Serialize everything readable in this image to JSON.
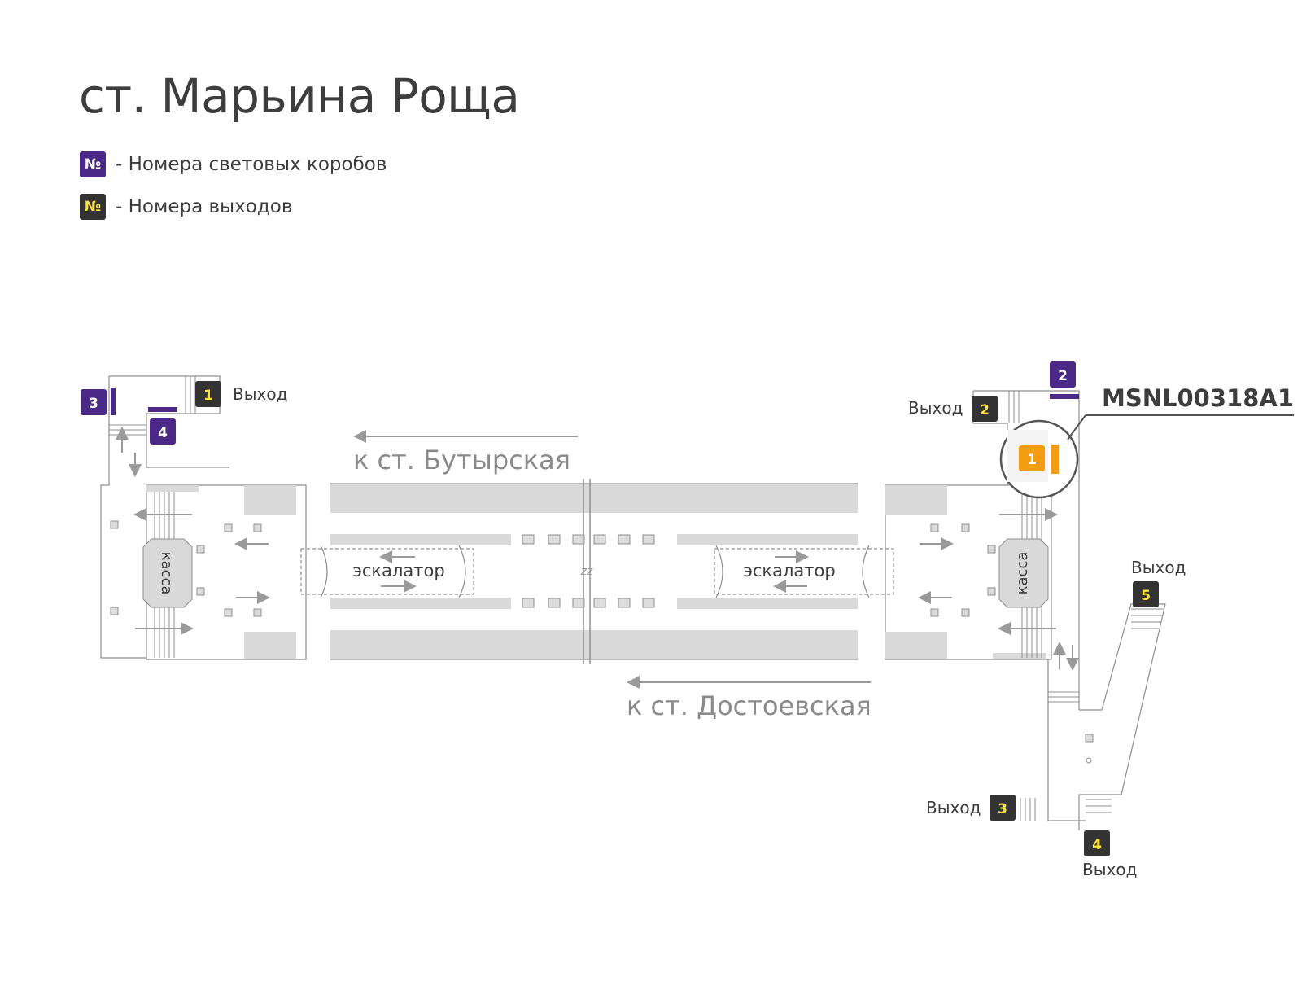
{
  "title": "ст. Марьина Роща",
  "legend": [
    {
      "badge": "№",
      "text": "- Номера световых коробов",
      "kind": "lightbox",
      "color": "#4a2a86"
    },
    {
      "badge": "№",
      "text": "- Номера выходов",
      "kind": "exit",
      "color": "#333333"
    }
  ],
  "colors": {
    "lightbox": "#4a2a86",
    "exit_bg": "#333333",
    "exit_fg": "#ffe43a",
    "highlight": "#f39c12",
    "structure": "#d9d9d9",
    "outline": "#8f8f8f"
  },
  "exit_label": "Выход",
  "exits": [
    "1",
    "2",
    "3",
    "4",
    "5"
  ],
  "lightboxes": [
    "1",
    "2",
    "3",
    "4"
  ],
  "highlighted_lightbox": "1",
  "highlight_code": "MSNL00318A1",
  "directions": {
    "butyrskaya": "к ст. Бутырская",
    "dostoevskaya": "к ст. Достоевская"
  },
  "escalator_label": "эскалатор",
  "ticket_office_label": "касса",
  "break_mark": "zz"
}
